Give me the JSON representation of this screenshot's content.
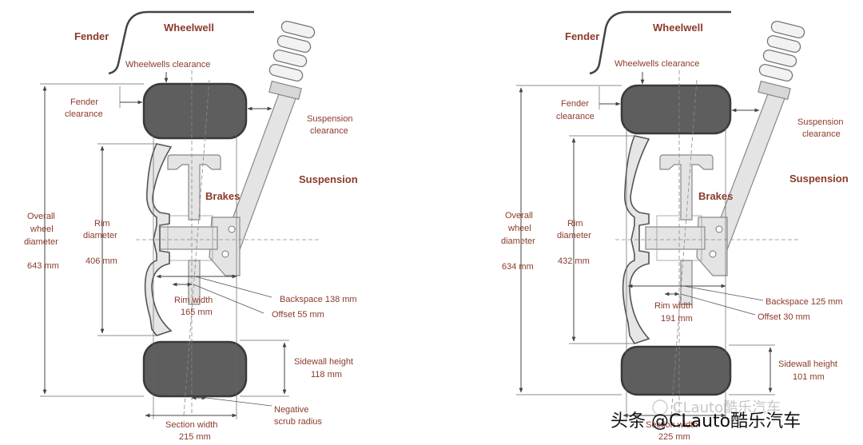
{
  "left": {
    "fender": "Fender",
    "wheelwell": "Wheelwell",
    "wheelwells_clearance": "Wheelwells clearance",
    "fender_clearance_1": "Fender",
    "fender_clearance_2": "clearance",
    "suspension_clearance_1": "Suspension",
    "suspension_clearance_2": "clearance",
    "suspension": "Suspension",
    "brakes": "Brakes",
    "overall_1": "Overall",
    "overall_2": "wheel",
    "overall_3": "diameter",
    "overall_value": "643 mm",
    "rim_diameter_1": "Rim",
    "rim_diameter_2": "diameter",
    "rim_diameter_value": "406 mm",
    "backspace": "Backspace 138 mm",
    "rim_width_1": "Rim width",
    "rim_width_2": "165 mm",
    "offset": "Offset 55 mm",
    "sidewall_1": "Sidewall height",
    "sidewall_2": "118 mm",
    "scrub_1": "Negative",
    "scrub_2": "scrub radius",
    "section_1": "Section width",
    "section_2": "215 mm"
  },
  "right": {
    "fender": "Fender",
    "wheelwell": "Wheelwell",
    "wheelwells_clearance": "Wheelwells clearance",
    "fender_clearance_1": "Fender",
    "fender_clearance_2": "clearance",
    "suspension_clearance_1": "Suspension",
    "suspension_clearance_2": "clearance",
    "suspension": "Suspension",
    "brakes": "Brakes",
    "overall_1": "Overall",
    "overall_2": "wheel",
    "overall_3": "diameter",
    "overall_value": "634 mm",
    "rim_diameter_1": "Rim",
    "rim_diameter_2": "diameter",
    "rim_diameter_value": "432 mm",
    "backspace": "Backspace 125 mm",
    "rim_width_1": "Rim width",
    "rim_width_2": "191 mm",
    "offset": "Offset 30 mm",
    "sidewall_1": "Sidewall height",
    "sidewall_2": "101 mm",
    "section_1": "Section width",
    "section_2": "225 mm"
  },
  "watermark": {
    "faded": "CLauto酷乐汽车",
    "main": "头条 @CLauto酷乐汽车"
  },
  "colors": {
    "label": "#8b3a2b",
    "tire": "#5e5e5e",
    "parts": "#e4e4e4"
  }
}
